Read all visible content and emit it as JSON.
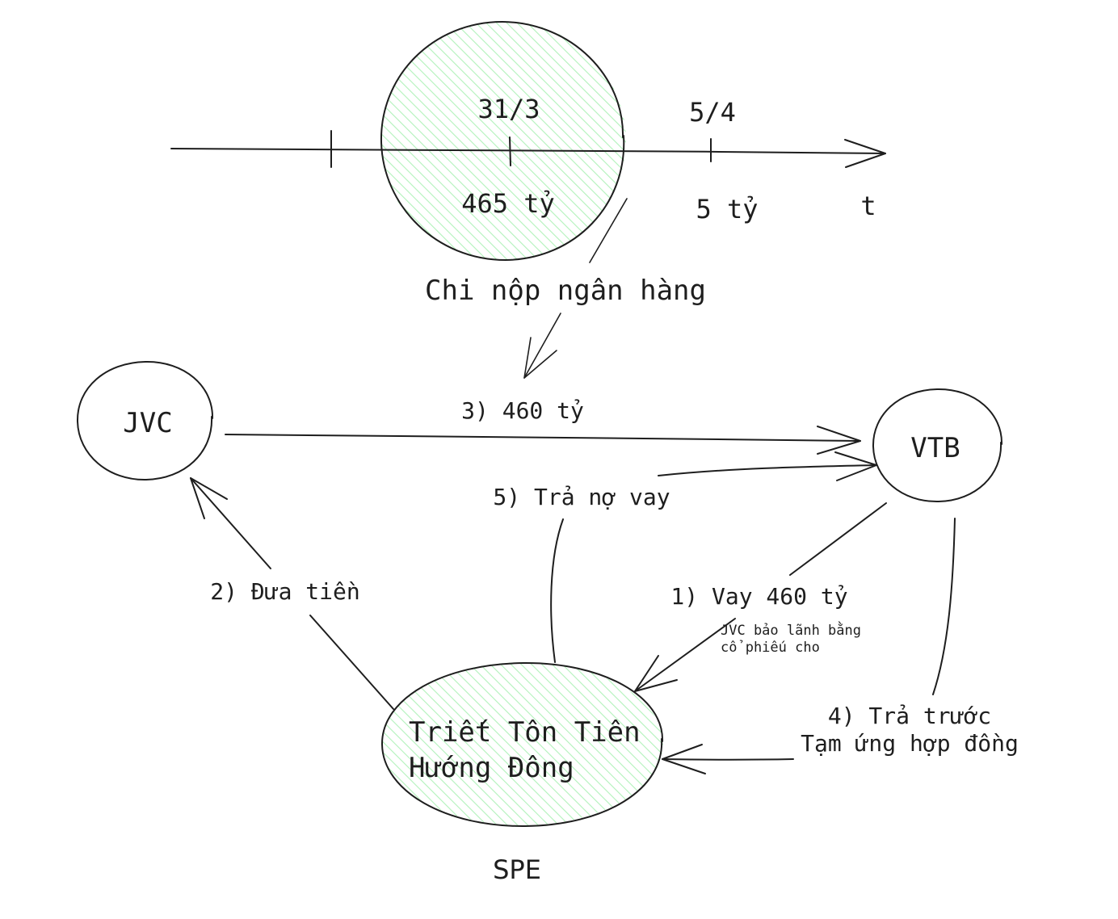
{
  "timeline": {
    "date_1": "31/3",
    "amount_1": "465 tỷ",
    "date_2": "5/4",
    "amount_2": "5 tỷ",
    "axis_label": "t",
    "note": "Chi nộp ngân hàng"
  },
  "nodes": {
    "jvc": "JVC",
    "vtb": "VTB",
    "spe_name_line1": "Triết Tôn Tiên",
    "spe_name_line2": "Hướng Đông",
    "spe_label": "SPE"
  },
  "flows": {
    "step1": "1) Vay 460 tỷ",
    "step1_note_line1": "JVC bảo lãnh bằng",
    "step1_note_line2": "cổ phiếu cho",
    "step2": "2) Đưa tiền",
    "step3": "3) 460 tỷ",
    "step4_line1": "4) Trả trước",
    "step4_line2": "Tạm ứng hợp đồng",
    "step5": "5) Trả nợ vay"
  },
  "colors": {
    "stroke": "#1e1e1e",
    "highlight_fill": "#b2f2bb"
  }
}
